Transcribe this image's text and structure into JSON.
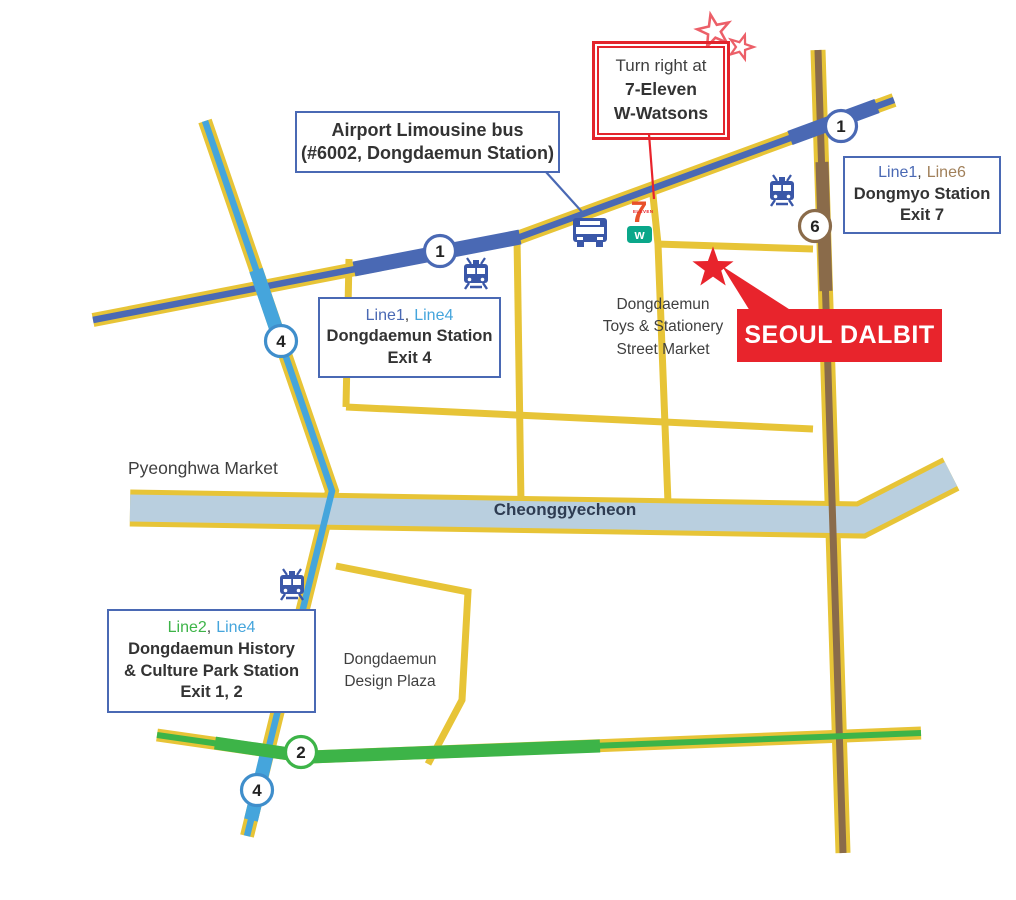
{
  "punct": {
    "comma": ","
  },
  "banner": {
    "label": "SEOUL DALBIT"
  },
  "callout": {
    "intro": "Turn right at",
    "store1": "7-Eleven",
    "store2": "W-Watsons"
  },
  "bus_box": {
    "line1": "Airport Limousine bus",
    "line2": "(#6002, Dongdaemun Station)"
  },
  "boxes": {
    "dongmyo": {
      "line_a": "Line1",
      "line_b": "Line6",
      "name": "Dongmyo Station",
      "exit": "Exit 7"
    },
    "dongdaemun": {
      "line_a": "Line1",
      "line_b": "Line4",
      "name": "Dongdaemun Station",
      "exit": "Exit 4"
    },
    "history_park": {
      "line_a": "Line2",
      "line_b": "Line4",
      "name1": "Dongdaemun History",
      "name2": "& Culture Park Station",
      "exit": "Exit 1, 2"
    }
  },
  "labels": {
    "toys1": "Dongdaemun",
    "toys2": "Toys & Stationery",
    "toys3": "Street Market",
    "pyeonghwa": "Pyeonghwa Market",
    "stream": "Cheonggyecheon",
    "ddp1": "Dongdaemun",
    "ddp2": "Design Plaza"
  },
  "badges": {
    "line1_west": "1",
    "line1_east": "1",
    "line4_north": "4",
    "line4_south": "4",
    "line6": "6",
    "line2": "2"
  },
  "logos": {
    "seven": "7",
    "seven_sub": "ELEVEN",
    "watsons": "w"
  },
  "colors": {
    "road": "#e7c437",
    "line1": "#4a69b4",
    "line2": "#3db448",
    "line4": "#45a5dc",
    "line6": "#8a6b4a",
    "line6_text": "#a1805a",
    "stream": "#b9cfdf",
    "accent_red": "#e8242c",
    "box_border": "#4a69b4",
    "text": "#3f3f3f"
  }
}
